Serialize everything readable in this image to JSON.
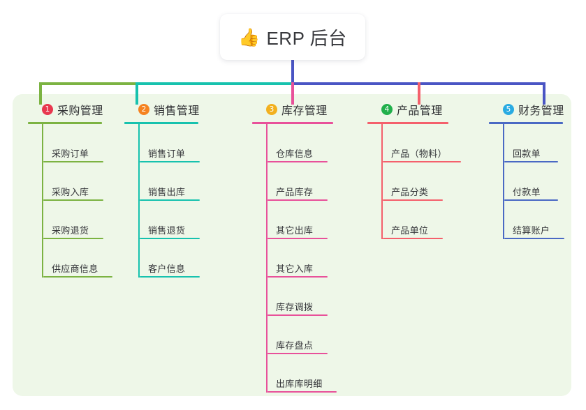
{
  "diagram": {
    "type": "mindmap",
    "root": {
      "emoji": "👍",
      "emoji_name": "thumbs-up-icon",
      "title": "ERP 后台"
    },
    "branches": [
      {
        "number": "1",
        "title": "采购管理",
        "badge_color": "#e8384f",
        "line_color": "#7cb342",
        "items": [
          "采购订单",
          "采购入库",
          "采购退货",
          "供应商信息"
        ]
      },
      {
        "number": "2",
        "title": "销售管理",
        "badge_color": "#f58220",
        "line_color": "#17c2ae",
        "items": [
          "销售订单",
          "销售出库",
          "销售退货",
          "客户信息"
        ]
      },
      {
        "number": "3",
        "title": "库存管理",
        "badge_color": "#f2b01e",
        "line_color": "#e8519a",
        "items": [
          "仓库信息",
          "产品库存",
          "其它出库",
          "其它入库",
          "库存调拨",
          "库存盘点",
          "出库库明细"
        ]
      },
      {
        "number": "4",
        "title": "产品管理",
        "badge_color": "#21b04b",
        "line_color": "#f4606c",
        "items": [
          "产品（物料）",
          "产品分类",
          "产品单位"
        ]
      },
      {
        "number": "5",
        "title": "财务管理",
        "badge_color": "#29abe2",
        "line_color": "#4a69c4",
        "items": [
          "回款单",
          "付款单",
          "结算账户"
        ]
      }
    ],
    "colors": {
      "panel_background": "#eef7e8",
      "page_background": "#ffffff",
      "root_card_background": "#ffffff",
      "text": "#35363a",
      "trunk": "#4a55c4"
    }
  }
}
